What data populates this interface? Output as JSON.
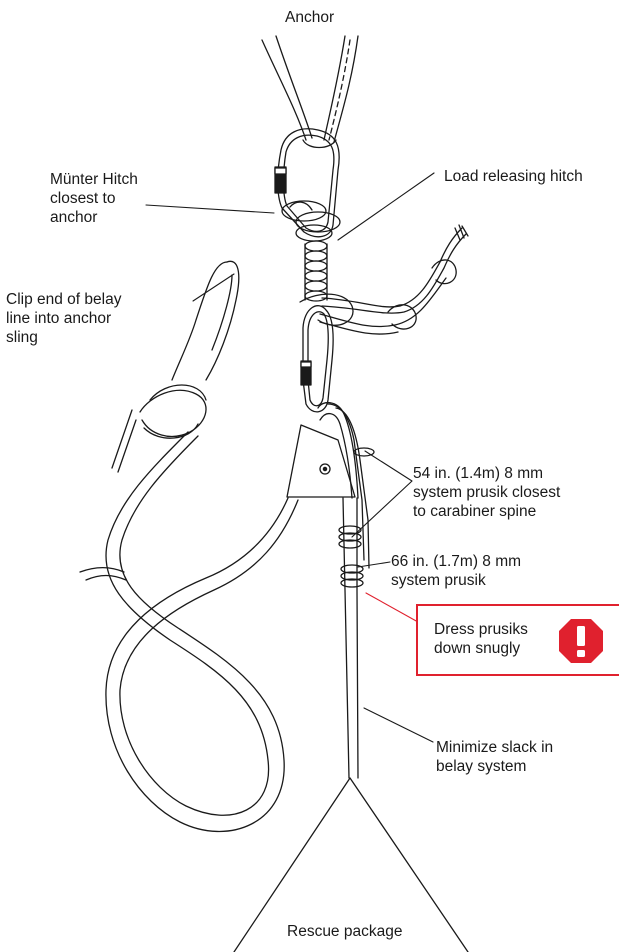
{
  "diagram": {
    "labels": {
      "anchor": "Anchor",
      "munter": [
        "Münter Hitch",
        "closest to",
        "anchor"
      ],
      "load_releasing": "Load releasing hitch",
      "clip_end": [
        "Clip end of belay",
        "line into anchor",
        "sling"
      ],
      "prusik_54": [
        "54 in. (1.4m) 8 mm",
        "system prusik closest",
        "to carabiner spine"
      ],
      "prusik_66": [
        "66 in. (1.7m) 8 mm",
        "system prusik"
      ],
      "minimize_slack": [
        "Minimize slack in",
        "belay system"
      ],
      "rescue_package": "Rescue package"
    },
    "alert": {
      "text": [
        "Dress prusiks",
        "down snugly"
      ],
      "icon": "exclamation-octagon-icon",
      "color": "#e0212e"
    },
    "line_color": "#1a1a1a"
  }
}
